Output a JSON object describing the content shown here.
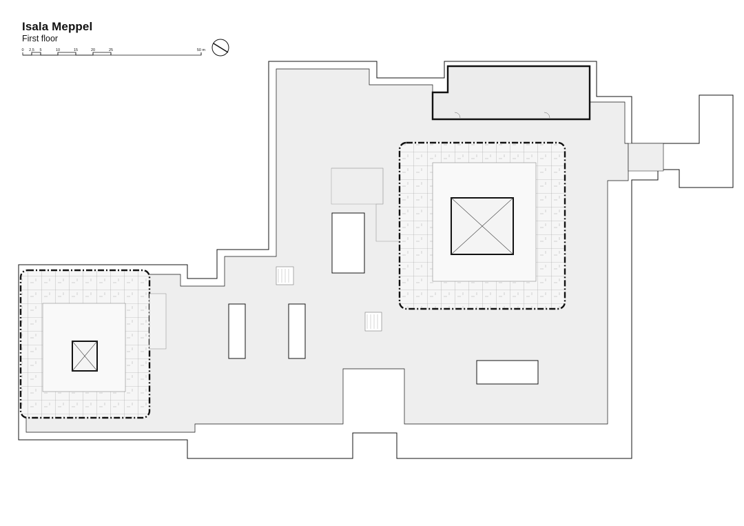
{
  "header": {
    "title": "Isala Meppel",
    "subtitle": "First floor"
  },
  "scale_bar": {
    "ticks": [
      "0",
      "2,5",
      "5",
      "10",
      "15",
      "20",
      "25",
      "50 m"
    ]
  },
  "colors": {
    "floor_fill": "#eeeeee",
    "outline": "#111111",
    "background": "#ffffff"
  }
}
